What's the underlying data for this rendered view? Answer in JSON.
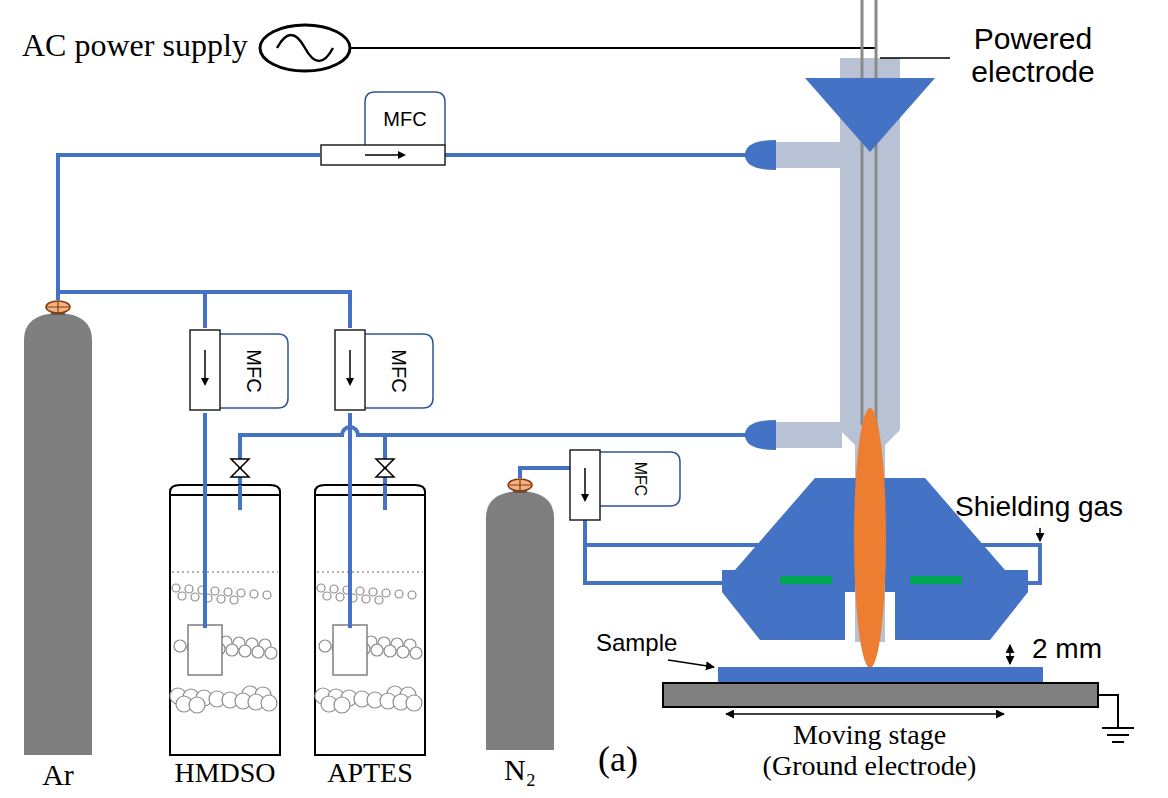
{
  "diagram": {
    "nodes": [
      {
        "text": [
          "Ar"
        ]
      },
      {
        "text": [
          "MFC"
        ]
      },
      {
        "text": [
          "MFC"
        ]
      },
      {
        "text": [
          "MFC"
        ]
      },
      {
        "text": [
          "HMDSO"
        ]
      },
      {
        "text": [
          "APTES"
        ]
      },
      {
        "text": [
          "N₂"
        ]
      },
      {
        "text": [
          "MFC"
        ]
      }
    ],
    "edges": [
      {
        "from": 0,
        "to": 1,
        "arrow": "none"
      },
      {
        "from": 0,
        "to": 2,
        "arrow": "none"
      },
      {
        "from": 0,
        "to": 3,
        "arrow": "none"
      },
      {
        "from": 2,
        "to": 4,
        "arrow": "none"
      },
      {
        "from": 3,
        "to": 5,
        "arrow": "none"
      },
      {
        "from": 6,
        "to": 7,
        "arrow": "none"
      }
    ],
    "labels": [
      "AC power supply",
      "Powered electrode",
      "Shielding gas",
      "Sample",
      "2 mm",
      "Moving stage (Ground electrode)",
      "(a)"
    ]
  }
}
